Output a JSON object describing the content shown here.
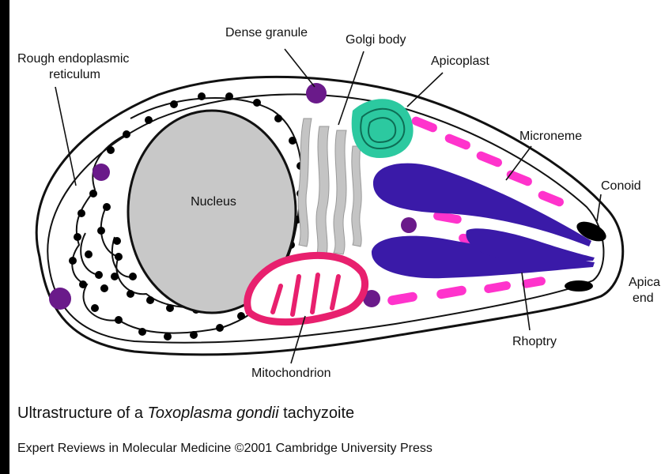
{
  "labels": {
    "rer_line1": "Rough endoplasmic",
    "rer_line2": "reticulum",
    "dense_granule": "Dense granule",
    "golgi_body": "Golgi body",
    "apicoplast": "Apicoplast",
    "microneme": "Microneme",
    "conoid": "Conoid",
    "apical_line1": "Apical",
    "apical_line2": "end",
    "nucleus": "Nucleus",
    "mitochondrion": "Mitochondrion",
    "rhoptry": "Rhoptry"
  },
  "caption": {
    "prefix": "Ultrastructure of a ",
    "italic": "Toxoplasma gondii",
    "suffix": " tachyzoite"
  },
  "credit": "Expert Reviews in Molecular Medicine ©2001 Cambridge University Press",
  "colors": {
    "nucleus": "#c8c8c8",
    "dense_granule": "#6a1a8a",
    "apicoplast": "#2cc9a0",
    "microneme": "#ff33cc",
    "rhoptry": "#3a1aa8",
    "mitochondrion": "#e8206e",
    "golgi": "#c4c4c4"
  }
}
